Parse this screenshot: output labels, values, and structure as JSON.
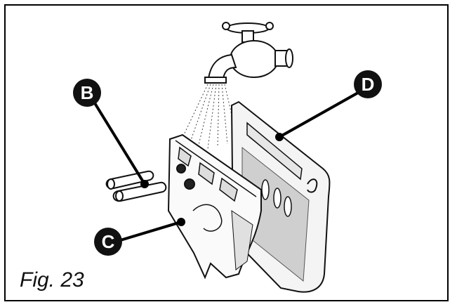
{
  "figure": {
    "caption": "Fig. 23",
    "callouts": [
      {
        "id": "b",
        "letter": "B"
      },
      {
        "id": "c",
        "letter": "C"
      },
      {
        "id": "d",
        "letter": "D"
      }
    ]
  }
}
